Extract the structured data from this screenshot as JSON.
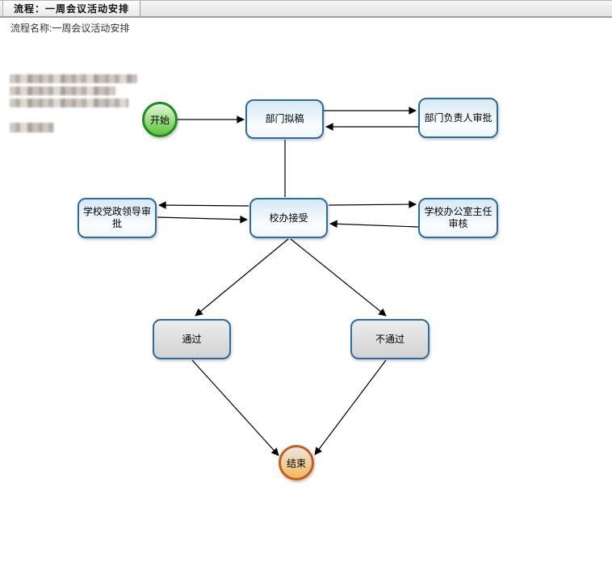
{
  "tab_bar": {
    "active_tab": "流程：一周会议活动安排"
  },
  "diagram": {
    "title": "流程名称:一周会议活动安排",
    "nodes": {
      "start": "开始",
      "draft": "部门拟稿",
      "dept_head_approval": "部门负责人审批",
      "party_leader_approval": "学校党政领导审批",
      "office_accept": "校办接受",
      "office_director_review": "学校办公室主任审核",
      "pass": "通过",
      "fail": "不通过",
      "end": "结束"
    },
    "edges": [
      {
        "from": "start",
        "to": "draft"
      },
      {
        "from": "draft",
        "to": "dept_head_approval"
      },
      {
        "from": "dept_head_approval",
        "to": "draft"
      },
      {
        "from": "draft",
        "to": "office_accept"
      },
      {
        "from": "office_accept",
        "to": "party_leader_approval"
      },
      {
        "from": "party_leader_approval",
        "to": "office_accept"
      },
      {
        "from": "office_accept",
        "to": "office_director_review"
      },
      {
        "from": "office_director_review",
        "to": "office_accept"
      },
      {
        "from": "office_accept",
        "to": "pass"
      },
      {
        "from": "office_accept",
        "to": "fail"
      },
      {
        "from": "pass",
        "to": "end"
      },
      {
        "from": "fail",
        "to": "end"
      }
    ],
    "colors": {
      "node_border_blue": "#2c6c9e",
      "blue_fill_top": "#d6e8f6",
      "gray_fill_top": "#ececec",
      "gray_fill_bottom": "#d2d2d2",
      "start_border": "#1f8c1f",
      "start_fill": "#5cc43a",
      "end_border": "#c65c1e",
      "end_fill": "#f3b95e",
      "connector": "#000000"
    }
  }
}
